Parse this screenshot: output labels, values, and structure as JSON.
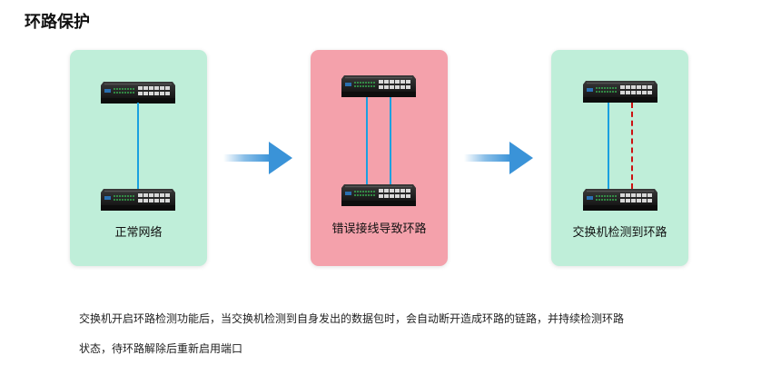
{
  "title": "环路保护",
  "panels": [
    {
      "label": "正常网络",
      "state": "normal"
    },
    {
      "label": "错误接线导致环路",
      "state": "loop"
    },
    {
      "label": "交换机检测到环路",
      "state": "detected"
    }
  ],
  "description": {
    "line1": "交换机开启环路检测功能后，当交换机检测到自身发出的数据包时，会自动断开造成环路的链路，并持续检测环路",
    "line2": "状态，待环路解除后重新启用端口"
  },
  "colors": {
    "panel_ok": "#bfeed9",
    "panel_loop": "#f4a1ab",
    "cable_active": "#1aa0e0",
    "cable_blocked": "#cc1111",
    "arrow": "#3a93d8"
  },
  "icons": [
    "network-switch-icon",
    "right-arrow-icon"
  ]
}
